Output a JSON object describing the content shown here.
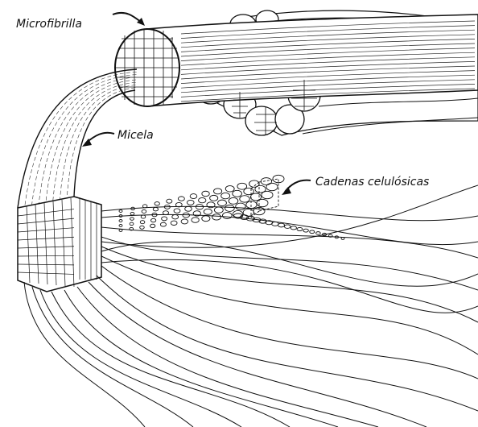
{
  "labels": {
    "microfibril": "Microfibrilla",
    "micelle": "Micela",
    "chains": "Cadenas celulósicas"
  },
  "icons": [
    "arrow-icon"
  ],
  "colors": {
    "ink": "#111111",
    "paper": "#ffffff"
  }
}
